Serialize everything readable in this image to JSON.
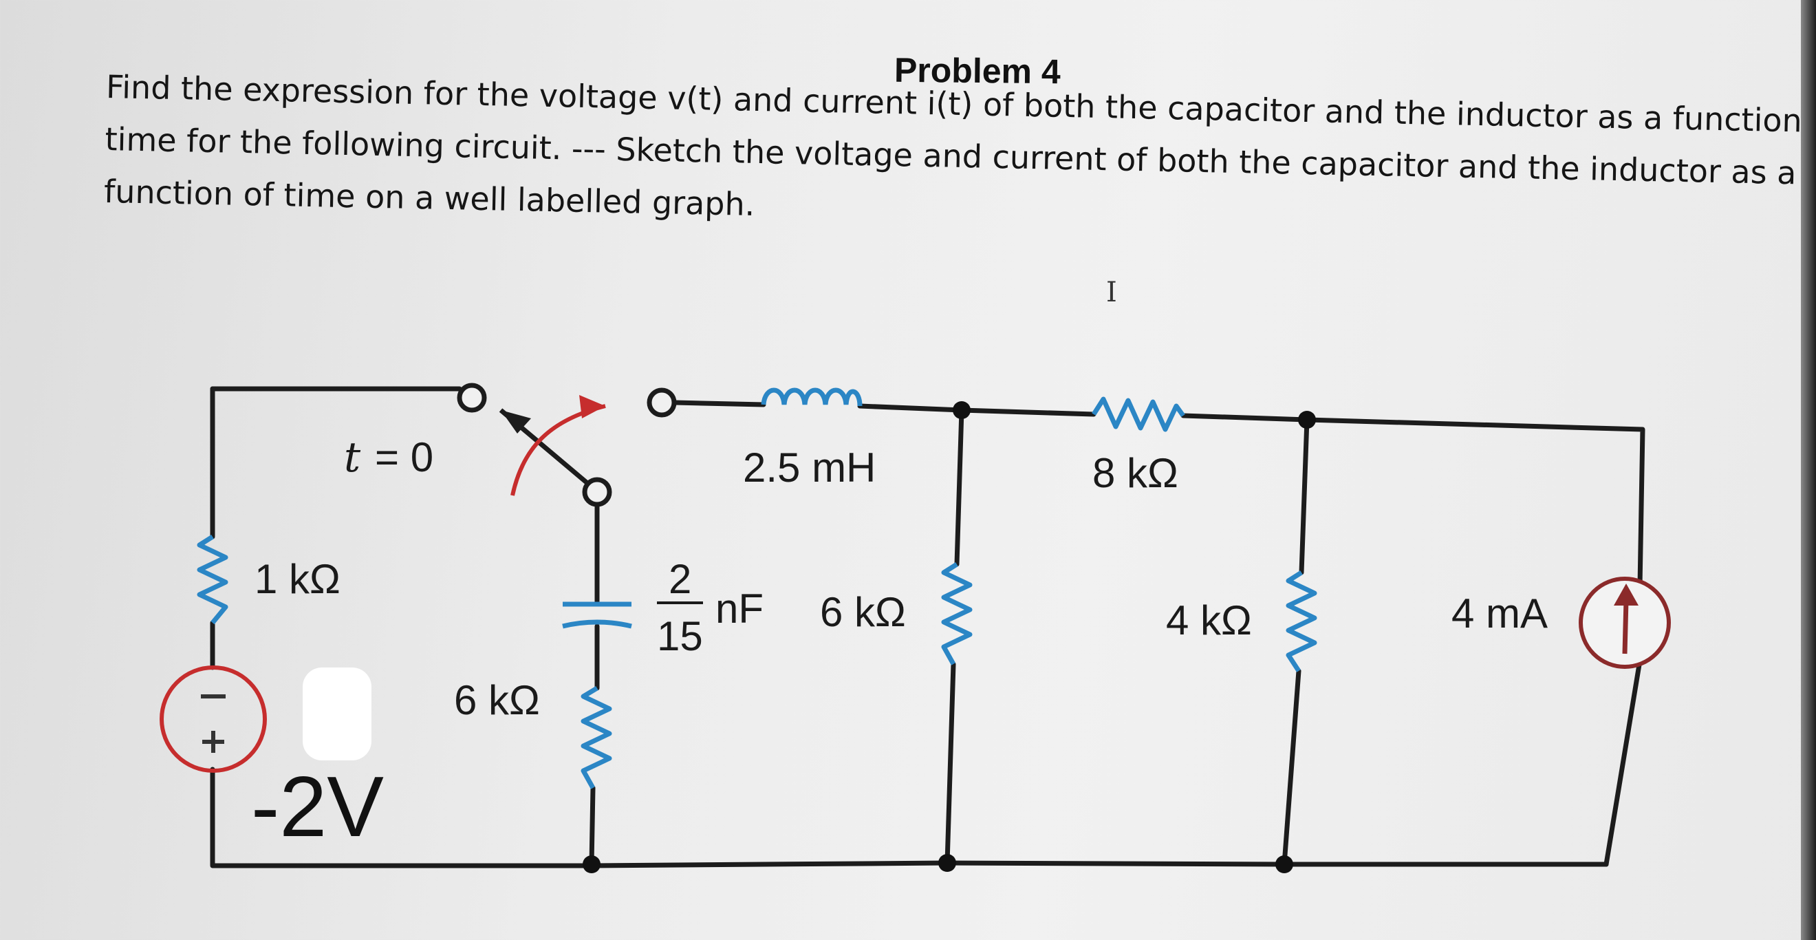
{
  "problem": {
    "title": "Problem 4",
    "lines": [
      "Find the expression for the voltage v(t) and current i(t) of both the capacitor and the inductor as a function of",
      "time for the following circuit.   --- Sketch the voltage and current of both the capacitor and the inductor as a",
      "function of time on a well labelled graph."
    ]
  },
  "circuit": {
    "switch_label_t": "t",
    "switch_label_eq": "= 0",
    "r_source": "1 kΩ",
    "v_source": "-2V",
    "r_cap_branch": "6 kΩ",
    "inductor": "2.5 mH",
    "cap_num": "2",
    "cap_den": "15",
    "cap_unit": "nF",
    "r_shunt1": "6 kΩ",
    "r_series": "8 kΩ",
    "r_shunt2": "4 kΩ",
    "i_source": "4 mA"
  },
  "colors": {
    "wire": "#1c1c1c",
    "resistor": "#2b86c5",
    "inductor": "#2b86c5",
    "capacitor": "#2b86c5",
    "source": "#c62d2d",
    "switch_arrow": "#c62d2d"
  },
  "icons": {
    "cursor": "text-cursor-icon"
  }
}
